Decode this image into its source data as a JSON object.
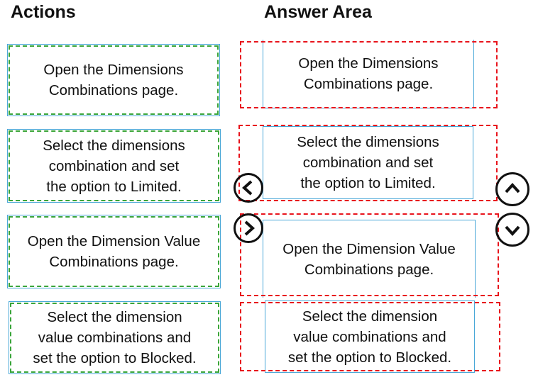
{
  "actions": {
    "title": "Actions",
    "items": [
      {
        "line1": "Open the Dimensions",
        "line2": "Combinations page."
      },
      {
        "line1": "Select the dimensions",
        "line2": "combination and set",
        "line3": "the option to Limited."
      },
      {
        "line1": "Open the Dimension Value",
        "line2": "Combinations page."
      },
      {
        "line1": "Select the dimension",
        "line2": "value combinations and",
        "line3": "set the option to Blocked."
      }
    ]
  },
  "answer_area": {
    "title": "Answer Area",
    "items": [
      {
        "line1": "Open the Dimensions",
        "line2": "Combinations page."
      },
      {
        "line1": "Select the dimensions",
        "line2": "combination and set",
        "line3": "the option to Limited."
      },
      {
        "line1": "Open the Dimension Value",
        "line2": "Combinations page."
      },
      {
        "line1": "Select the dimension",
        "line2": "value combinations and",
        "line3": "set the option to Blocked."
      }
    ]
  },
  "controls": {
    "move_left": "chevron-left-icon",
    "move_right": "chevron-right-icon",
    "move_up": "chevron-up-icon",
    "move_down": "chevron-down-icon"
  },
  "colors": {
    "slot_border": "#e8141c",
    "action_dash": "#3aa53a",
    "box_border": "#4aa8d8"
  }
}
